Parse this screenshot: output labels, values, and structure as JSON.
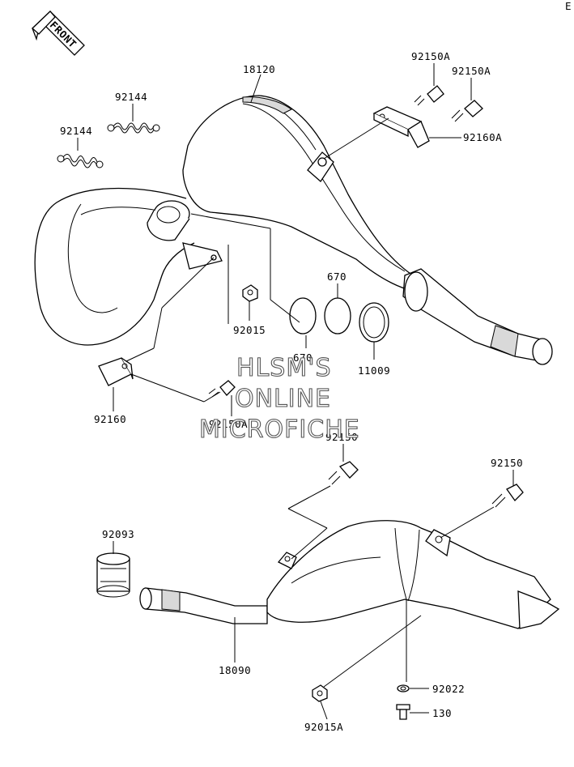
{
  "corner_mark": "E",
  "front_arrow": {
    "label": "FRONT"
  },
  "callouts": {
    "c18120": "18120",
    "c92150A_top": "92150A",
    "c92150A_right": "92150A",
    "c92160A": "92160A",
    "c92144_top": "92144",
    "c92144_left": "92144",
    "c670_top": "670",
    "c670_bottom": "670",
    "c92015": "92015",
    "c11009": "11009",
    "c92160": "92160",
    "c92150A_lower": "92150A",
    "c92150_center": "92150",
    "c92150_right": "92150",
    "c92093": "92093",
    "c18090": "18090",
    "c92022": "92022",
    "c130": "130",
    "c92015A": "92015A"
  },
  "watermark": {
    "line1": "HLSM'S",
    "line2": "ONLINE",
    "line3": "MICROFICHE"
  }
}
